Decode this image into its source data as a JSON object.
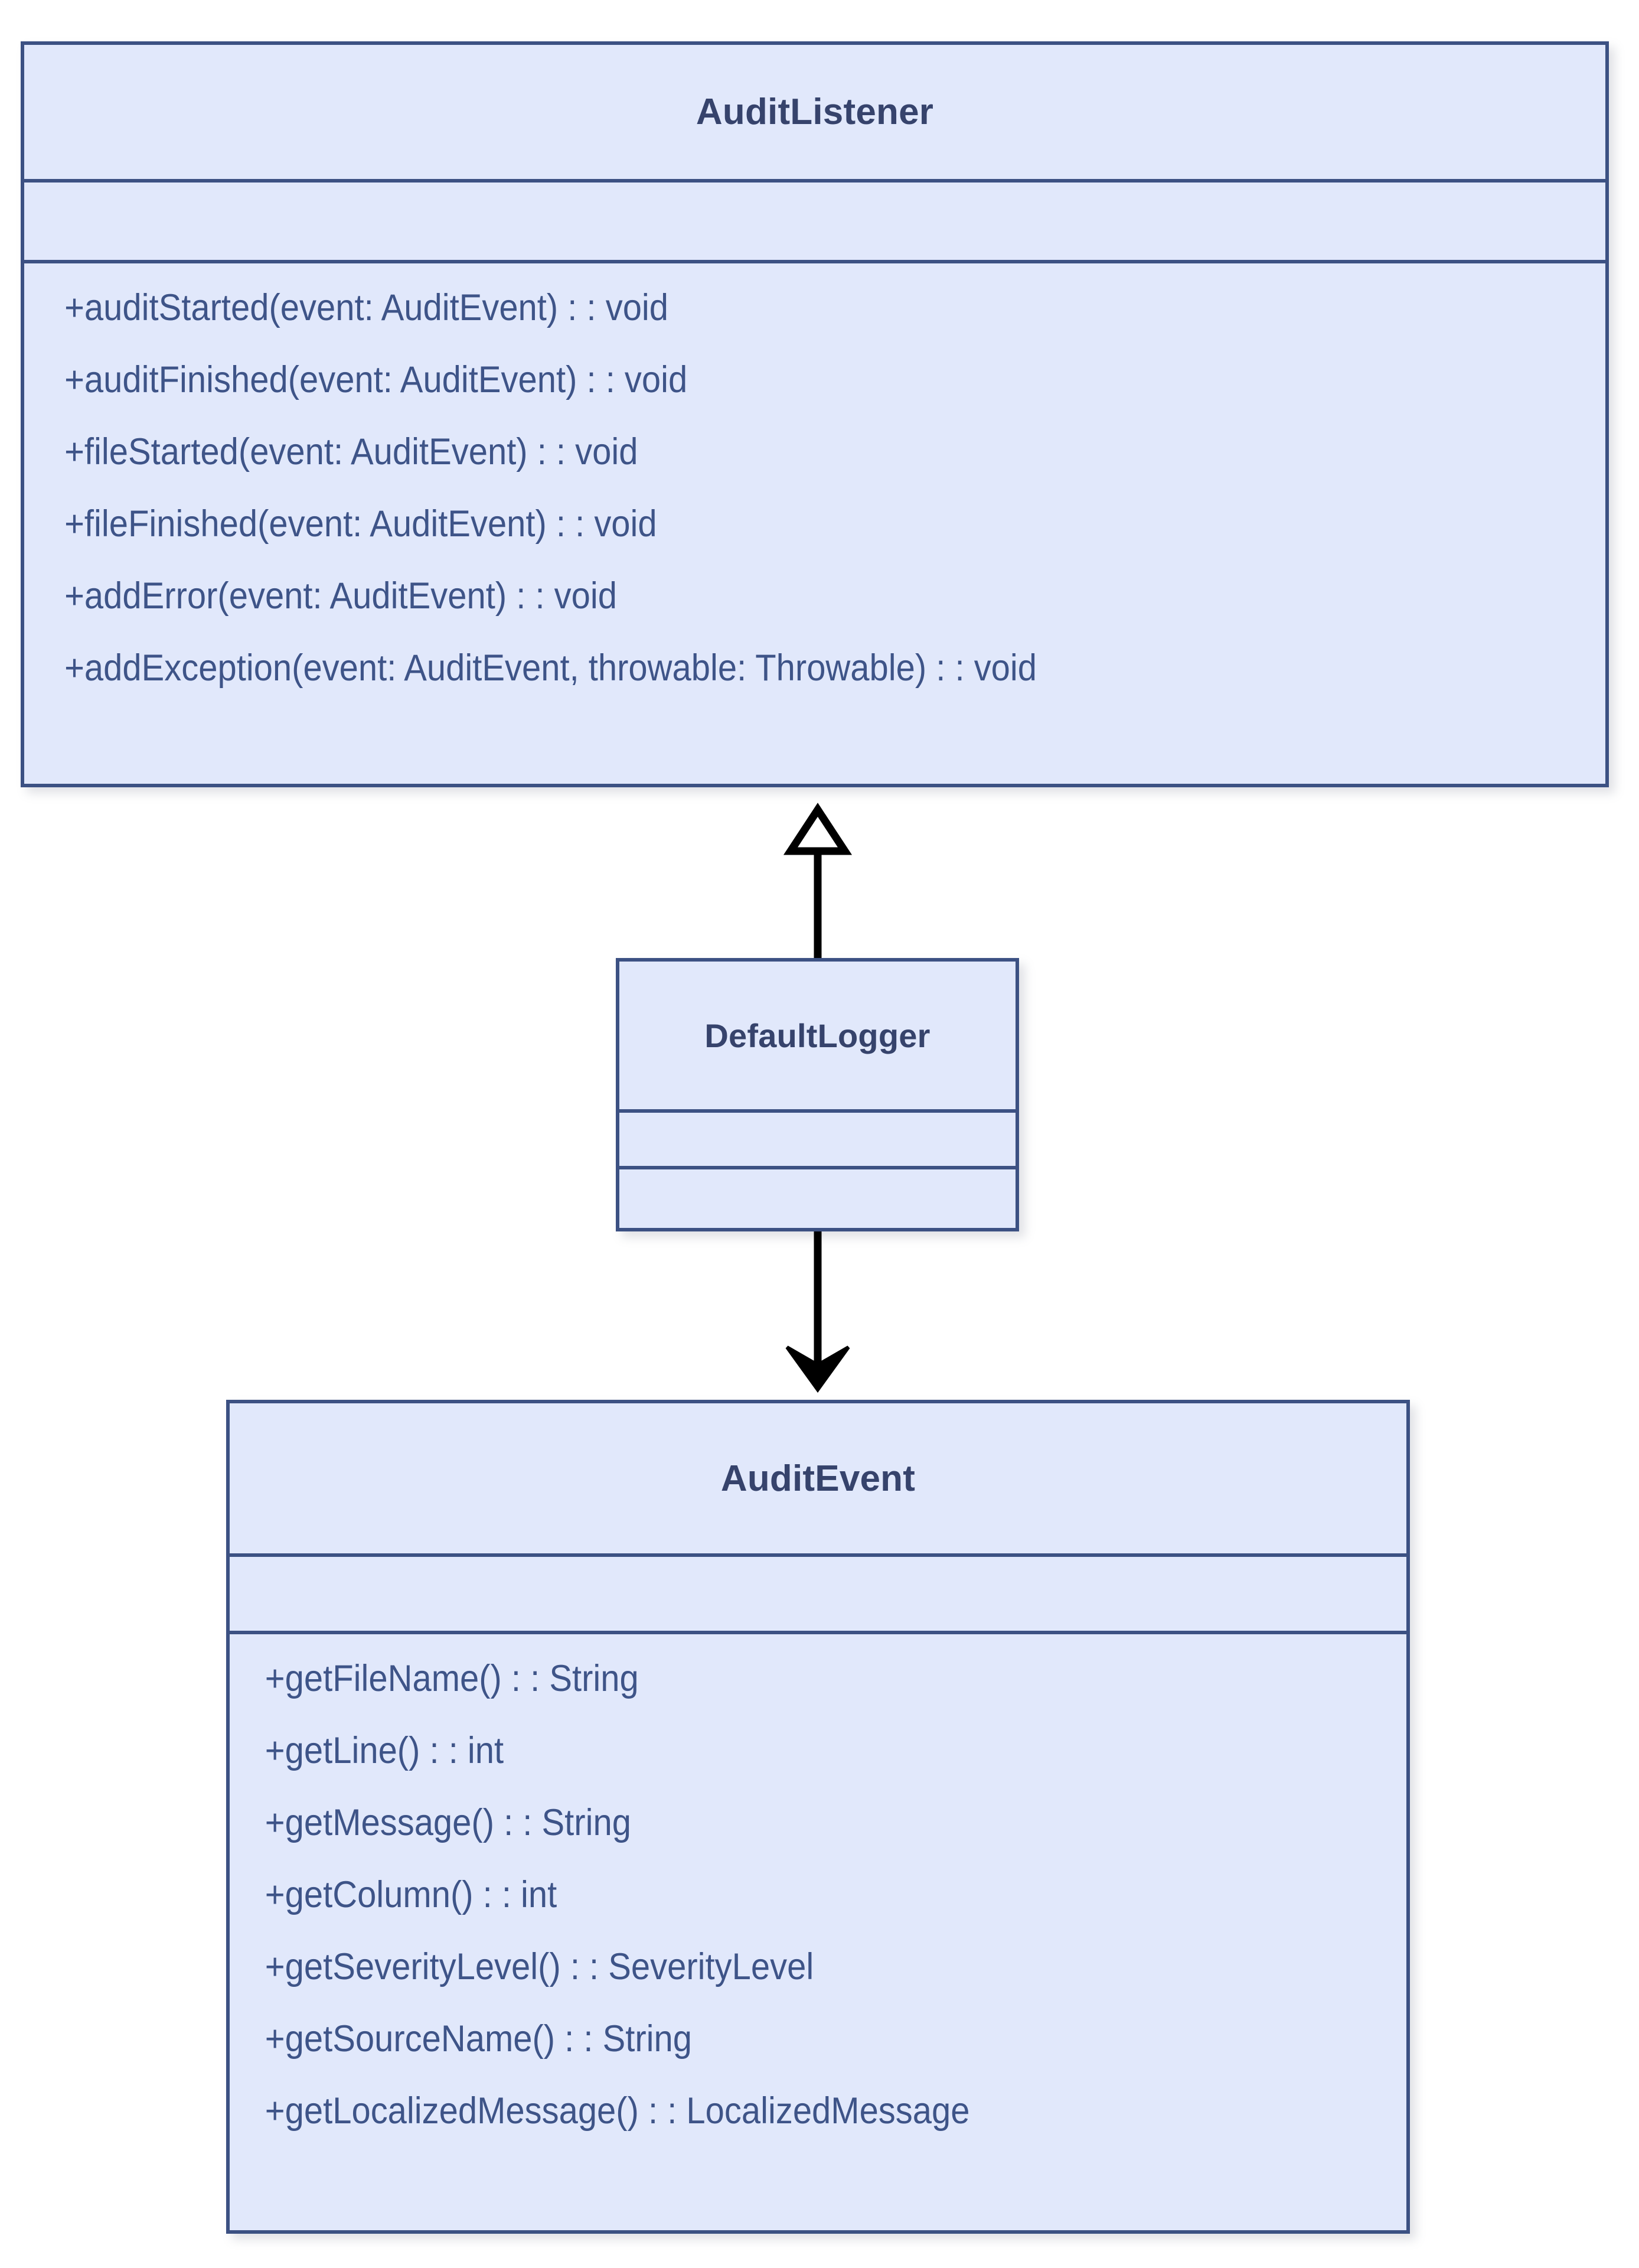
{
  "diagram": {
    "type": "uml-class-diagram",
    "classes": [
      {
        "id": "audit-listener",
        "name": "AuditListener",
        "attributes": [],
        "operations": [
          "+auditStarted(event: AuditEvent) : : void",
          "+auditFinished(event: AuditEvent) : : void",
          "+fileStarted(event: AuditEvent) : : void",
          "+fileFinished(event: AuditEvent) : : void",
          "+addError(event: AuditEvent) : : void",
          "+addException(event: AuditEvent, throwable: Throwable) : : void"
        ]
      },
      {
        "id": "default-logger",
        "name": "DefaultLogger",
        "attributes": [],
        "operations": []
      },
      {
        "id": "audit-event",
        "name": "AuditEvent",
        "attributes": [],
        "operations": [
          "+getFileName() : : String",
          "+getLine() : : int",
          "+getMessage() : : String",
          "+getColumn() : : int",
          "+getSeverityLevel() : : SeverityLevel",
          "+getSourceName() : : String",
          "+getLocalizedMessage() : : LocalizedMessage"
        ]
      }
    ],
    "relations": [
      {
        "id": "generalization",
        "kind": "generalization",
        "from": "DefaultLogger",
        "to": "AuditListener",
        "arrowhead": "hollow-triangle"
      },
      {
        "id": "association",
        "kind": "directed-association",
        "from": "DefaultLogger",
        "to": "AuditEvent",
        "arrowhead": "open-arrow"
      }
    ],
    "colors": {
      "class_fill": "#e1e8fb",
      "class_border": "#3c5183",
      "title_text": "#36436c",
      "member_text": "#3e5488",
      "connector": "#000000",
      "background": "#ffffff"
    }
  }
}
